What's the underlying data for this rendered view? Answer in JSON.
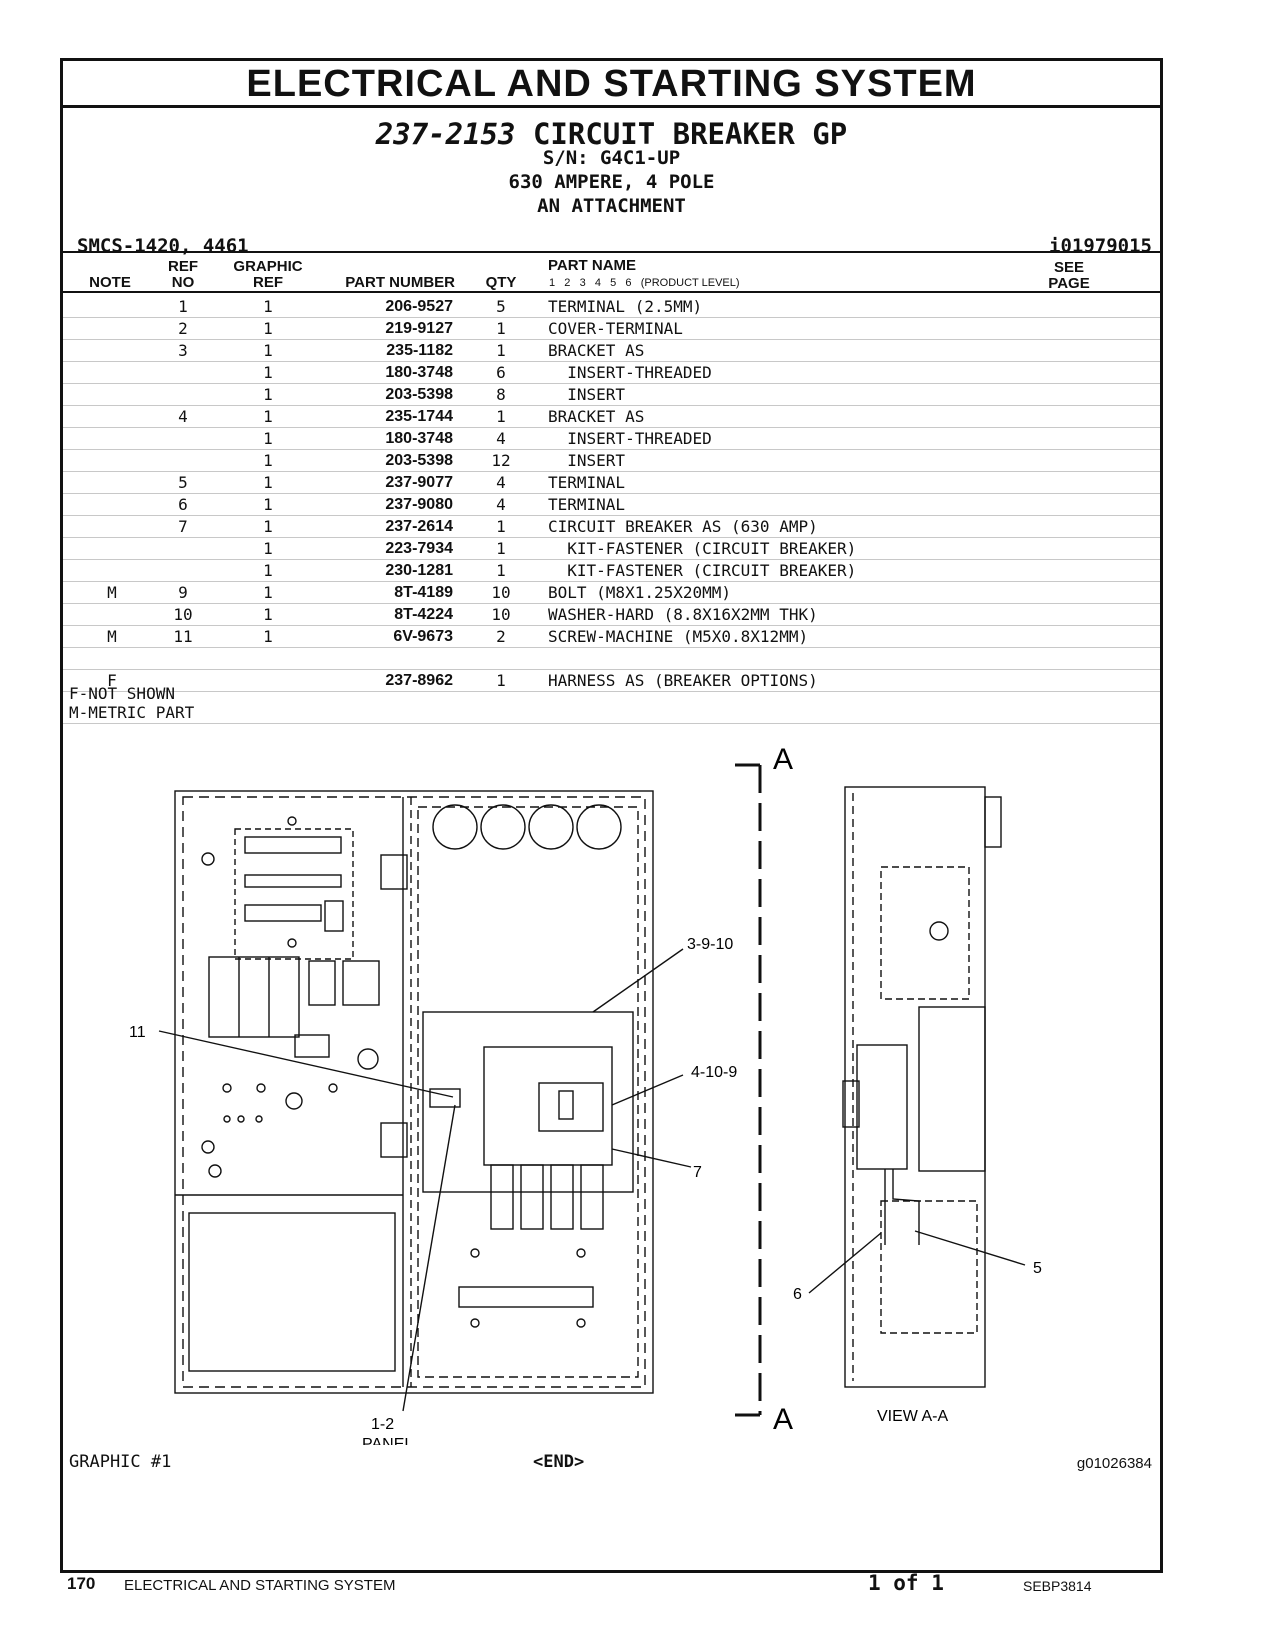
{
  "header": {
    "section_title": "ELECTRICAL AND STARTING SYSTEM",
    "group_number": "237-2153",
    "group_name": "CIRCUIT BREAKER GP",
    "serial": "S/N: G4C1-UP",
    "description": "630 AMPERE, 4 POLE",
    "attachment": "AN ATTACHMENT",
    "smcs": "SMCS-1420, 4461",
    "illustration_id": "i01979015"
  },
  "columns": {
    "note": "NOTE",
    "ref_no_1": "REF",
    "ref_no_2": "NO",
    "graphic_ref_1": "GRAPHIC",
    "graphic_ref_2": "REF",
    "part_number": "PART NUMBER",
    "qty": "QTY",
    "part_name": "PART NAME",
    "product_levels": "1   2   3   4   5   6   (PRODUCT LEVEL)",
    "see_page_1": "SEE",
    "see_page_2": "PAGE"
  },
  "parts": [
    {
      "note": "",
      "ref": "1",
      "gref": "1",
      "pn": "206-9527",
      "qty": "5",
      "name": "TERMINAL (2.5MM)"
    },
    {
      "note": "",
      "ref": "2",
      "gref": "1",
      "pn": "219-9127",
      "qty": "1",
      "name": "COVER-TERMINAL"
    },
    {
      "note": "",
      "ref": "3",
      "gref": "1",
      "pn": "235-1182",
      "qty": "1",
      "name": "BRACKET AS"
    },
    {
      "note": "",
      "ref": "",
      "gref": "1",
      "pn": "180-3748",
      "qty": "6",
      "name": "  INSERT-THREADED"
    },
    {
      "note": "",
      "ref": "",
      "gref": "1",
      "pn": "203-5398",
      "qty": "8",
      "name": "  INSERT"
    },
    {
      "note": "",
      "ref": "4",
      "gref": "1",
      "pn": "235-1744",
      "qty": "1",
      "name": "BRACKET AS"
    },
    {
      "note": "",
      "ref": "",
      "gref": "1",
      "pn": "180-3748",
      "qty": "4",
      "name": "  INSERT-THREADED"
    },
    {
      "note": "",
      "ref": "",
      "gref": "1",
      "pn": "203-5398",
      "qty": "12",
      "name": "  INSERT"
    },
    {
      "note": "",
      "ref": "5",
      "gref": "1",
      "pn": "237-9077",
      "qty": "4",
      "name": "TERMINAL"
    },
    {
      "note": "",
      "ref": "6",
      "gref": "1",
      "pn": "237-9080",
      "qty": "4",
      "name": "TERMINAL"
    },
    {
      "note": "",
      "ref": "7",
      "gref": "1",
      "pn": "237-2614",
      "qty": "1",
      "name": "CIRCUIT BREAKER AS (630 AMP)"
    },
    {
      "note": "",
      "ref": "",
      "gref": "1",
      "pn": "223-7934",
      "qty": "1",
      "name": "  KIT-FASTENER (CIRCUIT BREAKER)"
    },
    {
      "note": "",
      "ref": "",
      "gref": "1",
      "pn": "230-1281",
      "qty": "1",
      "name": "  KIT-FASTENER (CIRCUIT BREAKER)"
    },
    {
      "note": "M",
      "ref": "9",
      "gref": "1",
      "pn": "8T-4189",
      "qty": "10",
      "name": "BOLT (M8X1.25X20MM)"
    },
    {
      "note": "",
      "ref": "10",
      "gref": "1",
      "pn": "8T-4224",
      "qty": "10",
      "name": "WASHER-HARD (8.8X16X2MM THK)"
    },
    {
      "note": "M",
      "ref": "11",
      "gref": "1",
      "pn": "6V-9673",
      "qty": "2",
      "name": "SCREW-MACHINE (M5X0.8X12MM)"
    },
    {
      "note": "",
      "ref": "",
      "gref": "",
      "pn": "",
      "qty": "",
      "name": ""
    },
    {
      "note": "F",
      "ref": "",
      "gref": "",
      "pn": "237-8962",
      "qty": "1",
      "name": "HARNESS AS (BREAKER OPTIONS)"
    }
  ],
  "notes": {
    "f": "F-NOT SHOWN",
    "m": "M-METRIC PART"
  },
  "drawing": {
    "label_11": "11",
    "label_3_9_10": "3-9-10",
    "label_4_10_9": "4-10-9",
    "label_7": "7",
    "label_1_2": "1-2",
    "label_panel": "PANEL",
    "label_6": "6",
    "label_5": "5",
    "section_a_top": "A",
    "section_a_bottom": "A",
    "view_label": "VIEW A-A"
  },
  "footer": {
    "graphic": "GRAPHIC #1",
    "end": "<END>",
    "graphic_id": "g01026384",
    "page_number": "170",
    "page_section": "ELECTRICAL AND STARTING SYSTEM",
    "page_of": "1 of 1",
    "doc_number": "SEBP3814"
  }
}
